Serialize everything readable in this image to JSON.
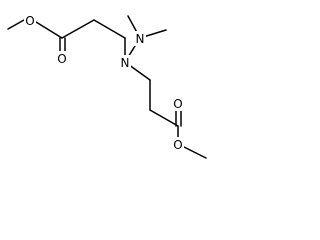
{
  "structure": {
    "atom_labels": {
      "o_carbonyl_left": "O",
      "o_ether_left": "O",
      "n_dimethylamino": "N",
      "n_central": "N",
      "o_carbonyl_right": "O",
      "o_ether_right": "O"
    },
    "colors": {
      "bond": "#000000",
      "label": "#000000",
      "background": "#ffffff"
    }
  }
}
